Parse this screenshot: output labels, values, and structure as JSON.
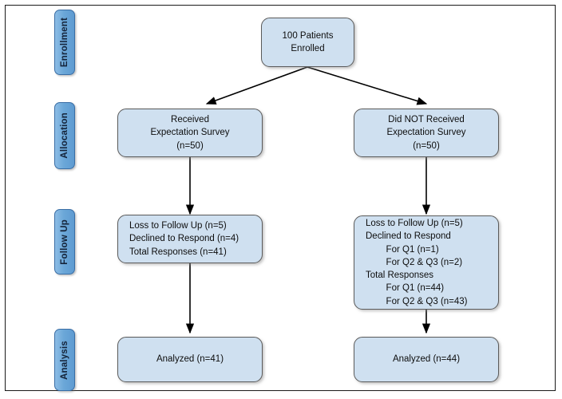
{
  "diagram": {
    "title": "CONSORT-style patient flow diagram",
    "colors": {
      "box_fill": "#cfe0f0",
      "box_border": "#5a5a5a",
      "stage_fill": "#6ba7d8",
      "stage_border": "#3a6ea5",
      "arrow": "#000000",
      "frame": "#1a1a1a",
      "background": "#ffffff"
    },
    "stages": [
      {
        "id": "enrollment",
        "label": "Enrollment"
      },
      {
        "id": "allocation",
        "label": "Allocation"
      },
      {
        "id": "follow-up",
        "label": "Follow Up"
      },
      {
        "id": "analysis",
        "label": "Analysis"
      }
    ],
    "nodes": {
      "enrolled": {
        "lines": [
          "100 Patients",
          "Enrolled"
        ]
      },
      "allocation_left": {
        "lines": [
          "Received",
          "Expectation Survey",
          "(n=50)"
        ]
      },
      "allocation_right": {
        "lines": [
          "Did NOT Received",
          "Expectation Survey",
          "(n=50)"
        ]
      },
      "followup_left": {
        "lines": [
          "Loss to Follow Up (n=5)",
          "Declined to Respond (n=4)",
          "Total Responses (n=41)"
        ]
      },
      "followup_right": {
        "lines": [
          "Loss to Follow Up (n=5)",
          "Declined to Respond",
          "        For Q1 (n=1)",
          "        For Q2 & Q3 (n=2)",
          "Total Responses",
          "        For Q1 (n=44)",
          "        For Q2 & Q3 (n=43)"
        ]
      },
      "analysis_left": {
        "lines": [
          "Analyzed (n=41)"
        ]
      },
      "analysis_right": {
        "lines": [
          "Analyzed (n=44)"
        ]
      }
    },
    "edges": [
      {
        "id": "enrolled-to-allocation-left",
        "from": "enrolled",
        "to": "allocation_left",
        "style": "diagonal-arrow"
      },
      {
        "id": "enrolled-to-allocation-right",
        "from": "enrolled",
        "to": "allocation_right",
        "style": "diagonal-arrow"
      },
      {
        "id": "allocation-left-to-followup-left",
        "from": "allocation_left",
        "to": "followup_left",
        "style": "vertical-arrow"
      },
      {
        "id": "allocation-right-to-followup-right",
        "from": "allocation_right",
        "to": "followup_right",
        "style": "vertical-arrow"
      },
      {
        "id": "followup-left-to-analysis-left",
        "from": "followup_left",
        "to": "analysis_left",
        "style": "vertical-arrow"
      },
      {
        "id": "followup-right-to-analysis-right",
        "from": "followup_right",
        "to": "analysis_right",
        "style": "vertical-arrow"
      }
    ]
  }
}
